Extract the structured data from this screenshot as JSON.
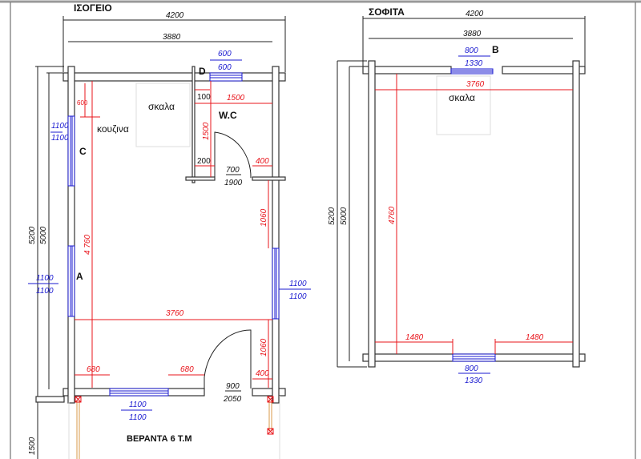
{
  "ground_floor": {
    "title": "ΙΣΟΓΕΙΟ",
    "dim_width_outer": "4200",
    "dim_width_inner": "3880",
    "dim_height_outer": "5200",
    "dim_height_inner": "5000",
    "dim_interior_height": "4 760",
    "dim_interior_width": "3760",
    "dim_kitchen": "600",
    "dim_wc_width": "1500",
    "dim_wc_height": "1500",
    "dim_wc_100": "100",
    "dim_wc_200": "200",
    "dim_wc_400": "400",
    "wc_door": {
      "w": "700",
      "h": "1900"
    },
    "dim_right_upper": "1060",
    "dim_right_lower": "1060",
    "dim_front_left": "680",
    "dim_front_right": "680",
    "dim_front_400": "400",
    "entry_door": {
      "w": "900",
      "h": "2050"
    },
    "window_d": {
      "w": "600",
      "h": "600"
    },
    "window_c": {
      "w": "1100",
      "h": "1100"
    },
    "window_a": {
      "w": "1100",
      "h": "1100"
    },
    "window_right": {
      "w": "1100",
      "h": "1100"
    },
    "window_front": {
      "w": "1100",
      "h": "1100"
    },
    "labels": {
      "kitchen": "κουζινα",
      "stairs": "σκαλα",
      "wc": "W.C",
      "c": "C",
      "a": "A",
      "d": "D",
      "veranda": "ΒΕΡΑΝΤΑ 6 Τ.Μ",
      "veranda_depth": "1500"
    }
  },
  "attic": {
    "title": "ΣΟΦΙΤΑ",
    "dim_width_outer": "4200",
    "dim_width_inner": "3880",
    "dim_height_outer": "5200",
    "dim_height_inner": "5000",
    "dim_interior_height": "4760",
    "dim_interior_width": "3760",
    "dim_front_left": "1480",
    "dim_front_right": "1480",
    "window_top": {
      "w": "800",
      "h": "1330"
    },
    "window_bottom": {
      "w": "800",
      "h": "1330"
    },
    "labels": {
      "stairs": "σκαλα",
      "b": "B"
    }
  }
}
